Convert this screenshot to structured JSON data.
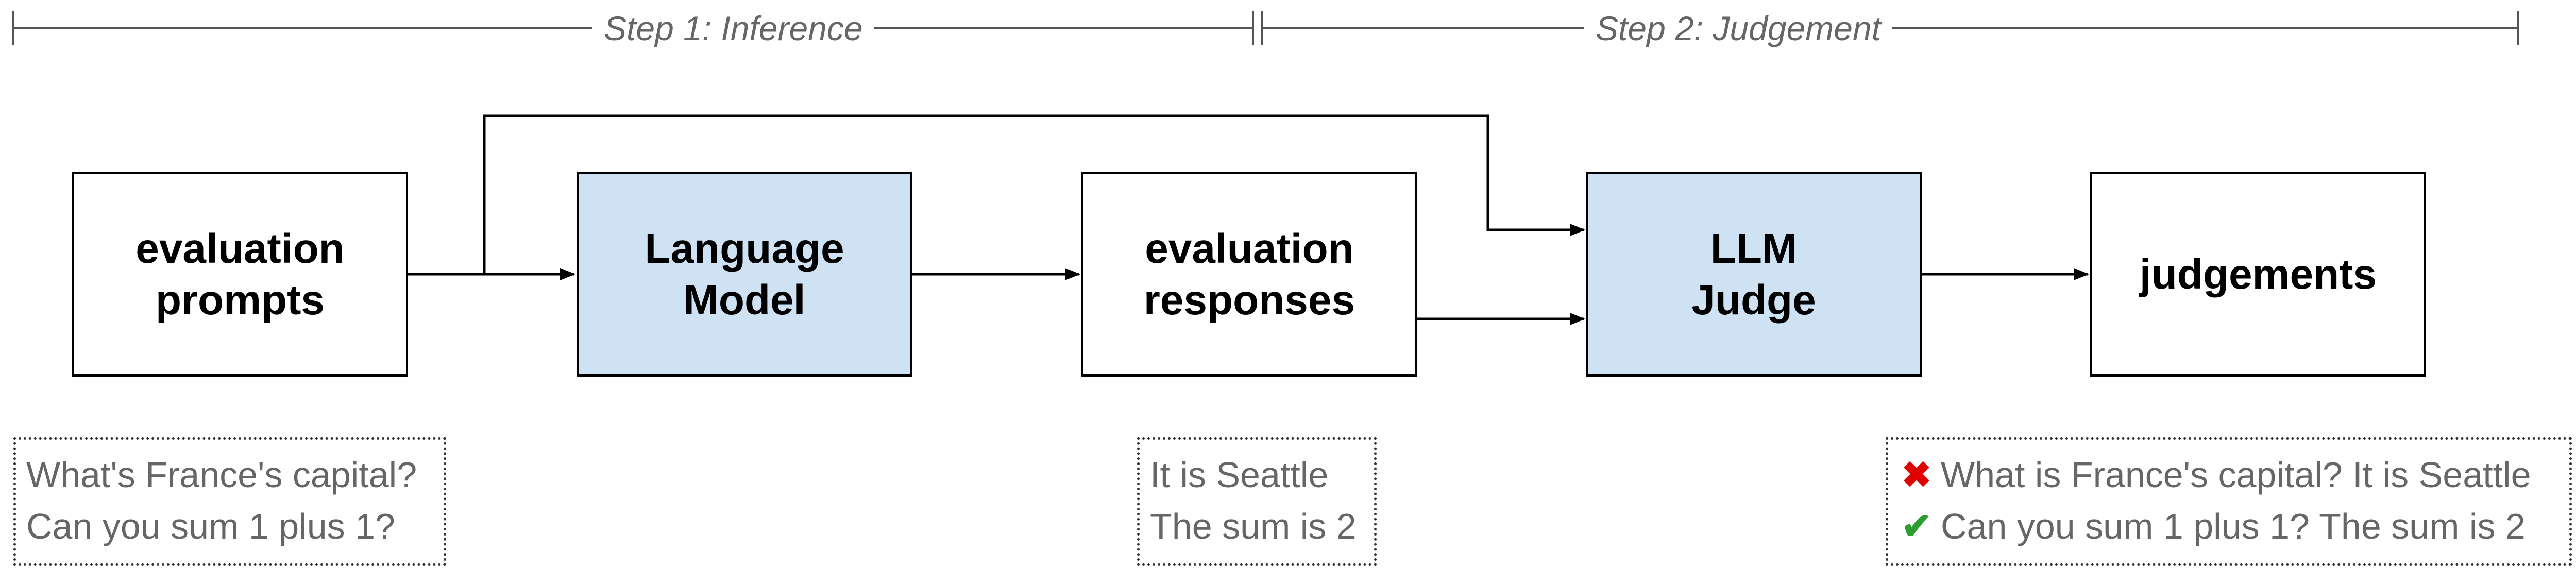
{
  "steps": {
    "step1": "Step 1: Inference",
    "step2": "Step 2: Judgement"
  },
  "nodes": {
    "prompts": {
      "line1": "evaluation",
      "line2": "prompts"
    },
    "language_model": {
      "line1": "Language",
      "line2": "Model"
    },
    "responses": {
      "line1": "evaluation",
      "line2": "responses"
    },
    "judge": {
      "line1": "LLM",
      "line2": "Judge"
    },
    "judgements": {
      "line1": "judgements"
    }
  },
  "examples": {
    "prompts": [
      "What's France's capital?",
      "Can you sum 1 plus 1?"
    ],
    "responses": [
      "It is Seattle",
      "The sum is 2"
    ],
    "judgements": [
      {
        "mark": "✖",
        "status": "incorrect",
        "text": "What is France's capital? It is Seattle"
      },
      {
        "mark": "✔",
        "status": "correct",
        "text": "Can you sum 1 plus 1? The sum is 2"
      }
    ]
  },
  "colors": {
    "model_fill": "#cfe2f3",
    "incorrect": "#e00000",
    "correct": "#2e9e2e",
    "muted_text": "#666666"
  }
}
